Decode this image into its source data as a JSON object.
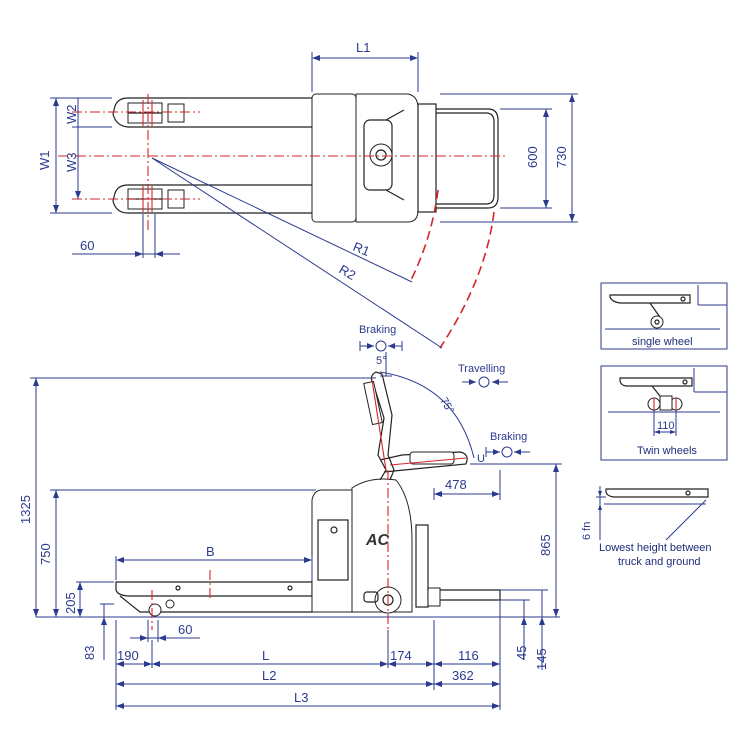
{
  "top_view": {
    "dims": {
      "l1": "L1",
      "w1": "W1",
      "w2": "W2",
      "w3": "W3",
      "d60": "60",
      "r1": "R1",
      "r2": "R2",
      "d600": "600",
      "d730": "730"
    }
  },
  "side_view": {
    "dims": {
      "h1325": "1325",
      "h750": "750",
      "h205": "205",
      "h83": "83",
      "b": "B",
      "d60": "60",
      "d190": "190",
      "l": "L",
      "d174": "174",
      "d116": "116",
      "l2": "L2",
      "d362": "362",
      "l3": "L3",
      "d478": "478",
      "h865": "865",
      "h45": "45",
      "h145": "145",
      "a5": "5°",
      "a75": "75°"
    },
    "labels": {
      "braking_top": "Braking",
      "travelling": "Travelling",
      "braking_bottom": "Braking",
      "brand": "AC"
    }
  },
  "details": {
    "single_wheel": "single wheel",
    "twin_wheels": "Twin wheels",
    "twin_dim": "110",
    "lowest_height_dim": "6 fn",
    "lowest_height_line1": "Lowest height between",
    "lowest_height_line2": "truck and ground"
  }
}
